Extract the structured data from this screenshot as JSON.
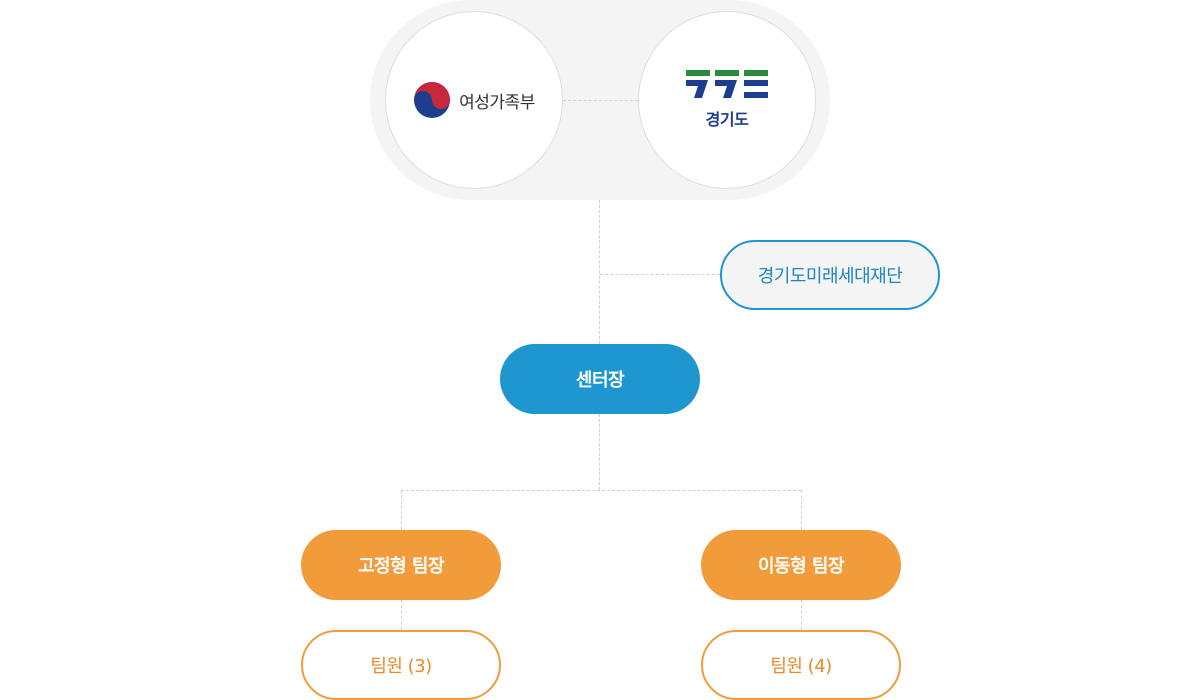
{
  "organizations": {
    "ministry": {
      "name": "여성가족부",
      "icon": "taegeuk-emblem-icon"
    },
    "province": {
      "name": "경기도",
      "icon": "gyeonggi-emblem-icon"
    }
  },
  "foundation": {
    "label": "경기도미래세대재단"
  },
  "director": {
    "label": "센터장"
  },
  "teams": [
    {
      "lead_label": "고정형 팀장",
      "members_label": "팀원 (3)"
    },
    {
      "lead_label": "이동형 팀장",
      "members_label": "팀원 (4)"
    }
  ],
  "colors": {
    "blue": "#1e96d0",
    "orange": "#f29b3b",
    "navy": "#1d3e8f",
    "green": "#2a8a3e",
    "red": "#c8283c",
    "pill_bg": "#f4f4f4",
    "line": "#cfcfcf"
  }
}
